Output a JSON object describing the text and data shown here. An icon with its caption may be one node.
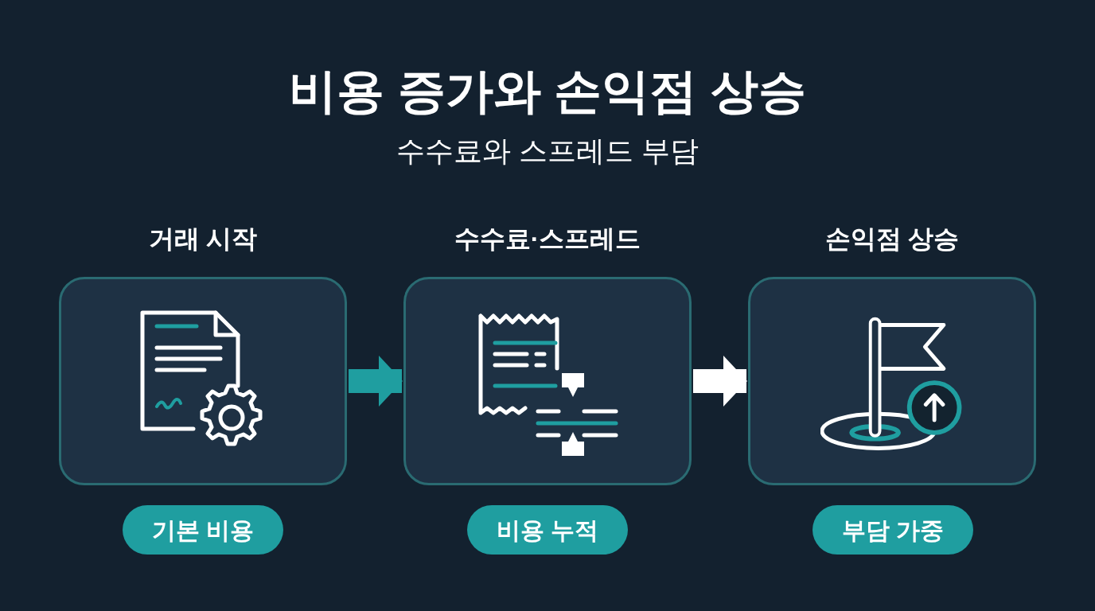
{
  "diagram": {
    "title": "비용 증가와 손익점 상승",
    "caption": "수수료와 스프레드 부담",
    "nodes": [
      {
        "text": [
          "거래 시작"
        ]
      },
      {
        "text": [
          "기본 비용"
        ]
      },
      {
        "text": [
          "수수료·스프레드"
        ]
      },
      {
        "text": [
          "비용 누적"
        ]
      },
      {
        "text": [
          "손익점 상승"
        ]
      },
      {
        "text": [
          "부담 가중"
        ]
      }
    ],
    "edges": [
      {
        "from": 0,
        "to": 2,
        "arrow": "to",
        "color": "#1f9ea0"
      },
      {
        "from": 2,
        "to": 4,
        "arrow": "to",
        "color": "#ffffff"
      }
    ]
  }
}
